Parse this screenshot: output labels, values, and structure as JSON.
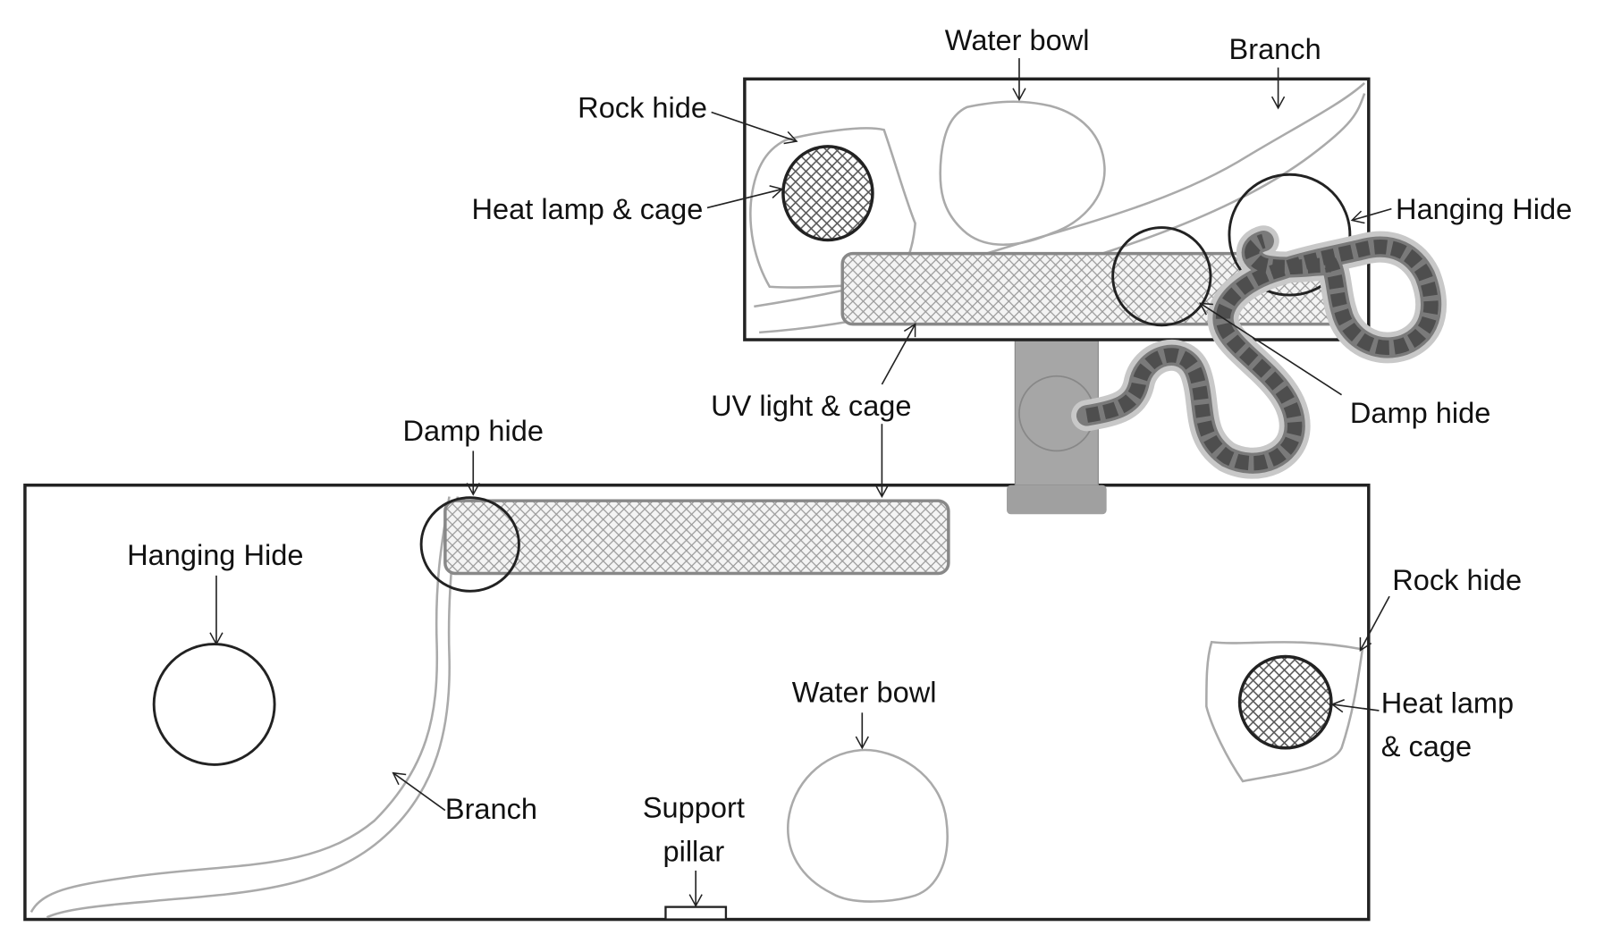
{
  "figure": {
    "description": "Top-down layout of two connected reptile enclosures with a snake moving through a connecting support tube",
    "colors": {
      "outline": "#222222",
      "terrain_outline": "#aaaaaa",
      "mesh_fill": "#cfcfcf",
      "pillar_fill": "#a6a6a6",
      "snake_body": "#7a7a7a",
      "snake_blotch": "#555555"
    }
  },
  "upper_enclosure": {
    "labels": {
      "water_bowl": "Water bowl",
      "branch": "Branch",
      "rock_hide": "Rock hide",
      "heat_lamp": "Heat lamp & cage",
      "hanging_hide": "Hanging Hide",
      "uv_light": "UV light & cage",
      "damp_hide": "Damp hide"
    }
  },
  "lower_enclosure": {
    "labels": {
      "damp_hide": "Damp hide",
      "hanging_hide": "Hanging Hide",
      "rock_hide": "Rock hide",
      "heat_lamp_line1": "Heat lamp",
      "heat_lamp_line2": "& cage",
      "water_bowl": "Water bowl",
      "branch": "Branch",
      "support_line1": "Support",
      "support_line2": "pillar"
    }
  }
}
